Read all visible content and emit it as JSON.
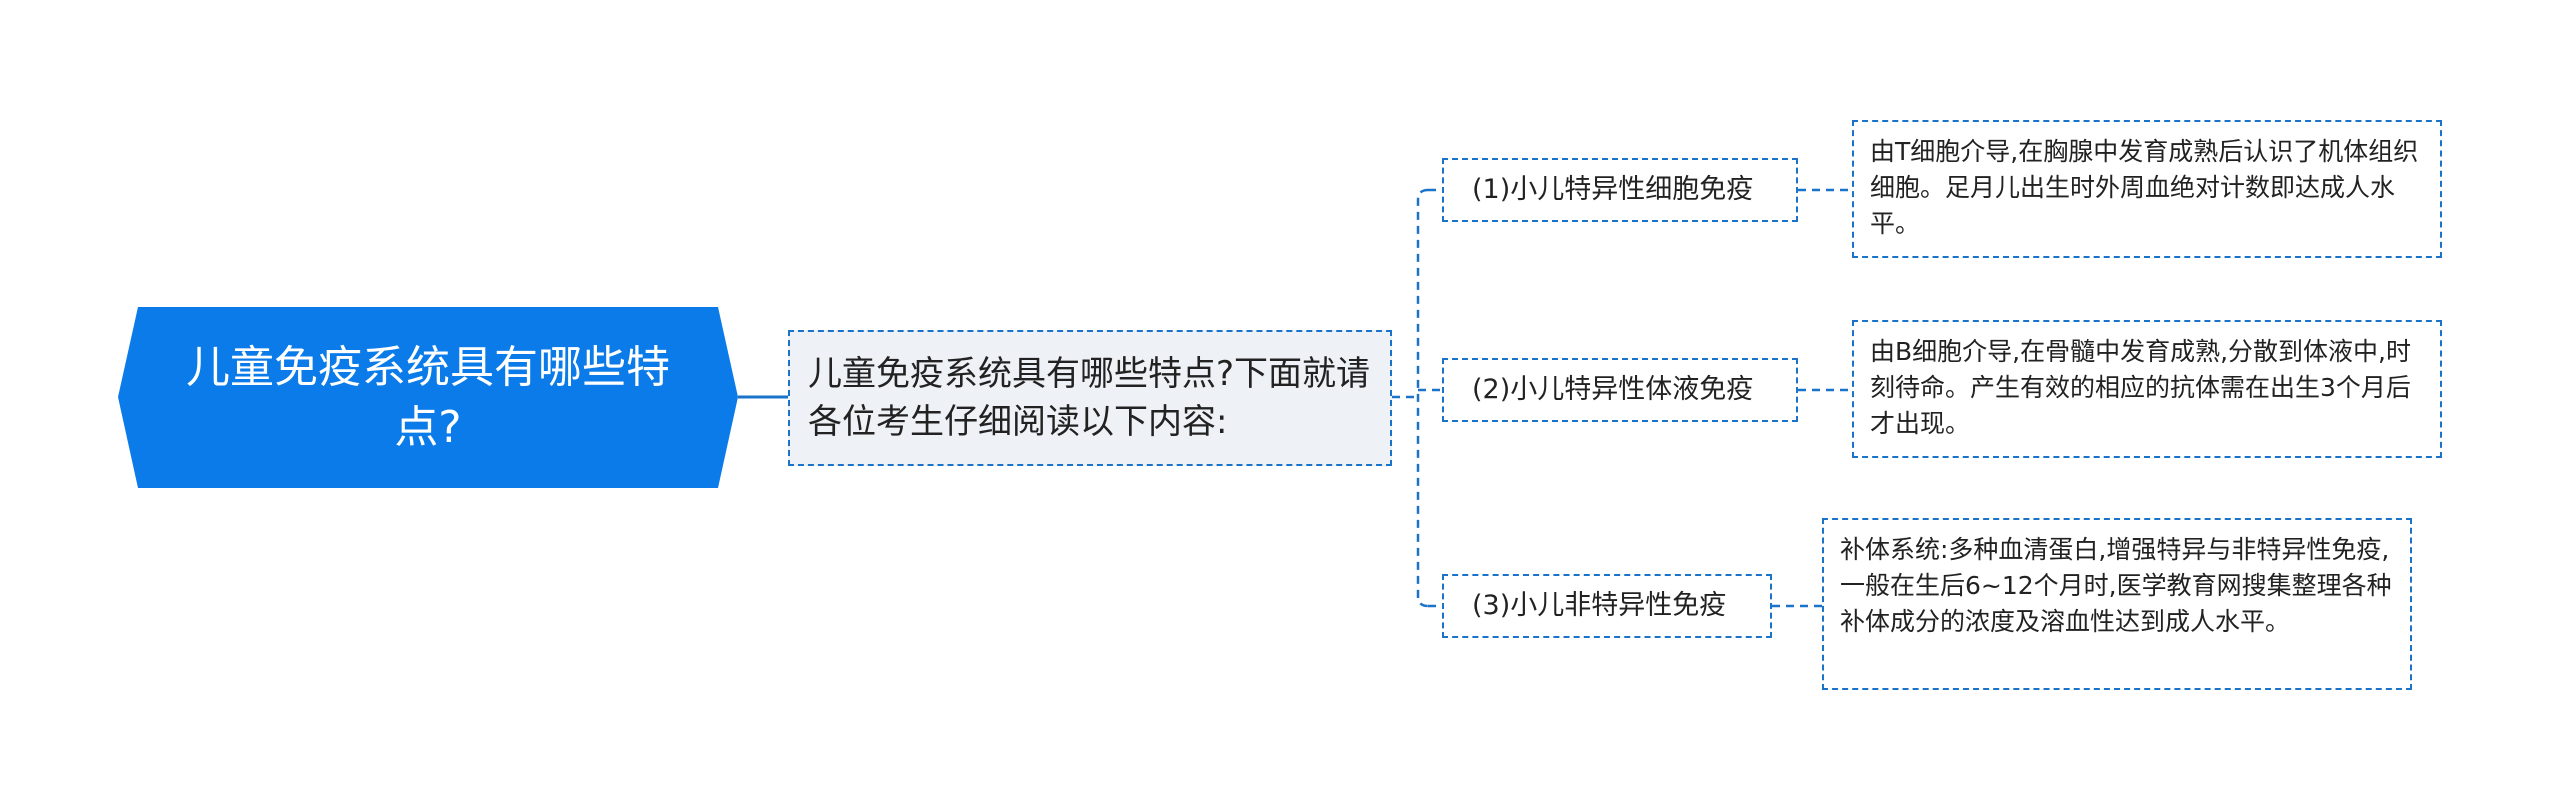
{
  "colors": {
    "root_fill": "#0a7be8",
    "connector": "#1a73c9",
    "main_fill": "#eef1f6"
  },
  "root": {
    "label": "儿童免疫系统具有哪些特点?"
  },
  "main": {
    "label": "儿童免疫系统具有哪些特点?下面就请各位考生仔细阅读以下内容:"
  },
  "branches": [
    {
      "label": "(1)小儿特异性细胞免疫",
      "detail": "由T细胞介导,在胸腺中发育成熟后认识了机体组织细胞。足月儿出生时外周血绝对计数即达成人水平。"
    },
    {
      "label": "(2)小儿特异性体液免疫",
      "detail": "由B细胞介导,在骨髓中发育成熟,分散到体液中,时刻待命。产生有效的相应的抗体需在出生3个月后才出现。"
    },
    {
      "label": "(3)小儿非特异性免疫",
      "detail": "补体系统:多种血清蛋白,增强特异与非特异性免疫,一般在生后6~12个月时,医学教育网搜集整理各种补体成分的浓度及溶血性达到成人水平。"
    }
  ]
}
